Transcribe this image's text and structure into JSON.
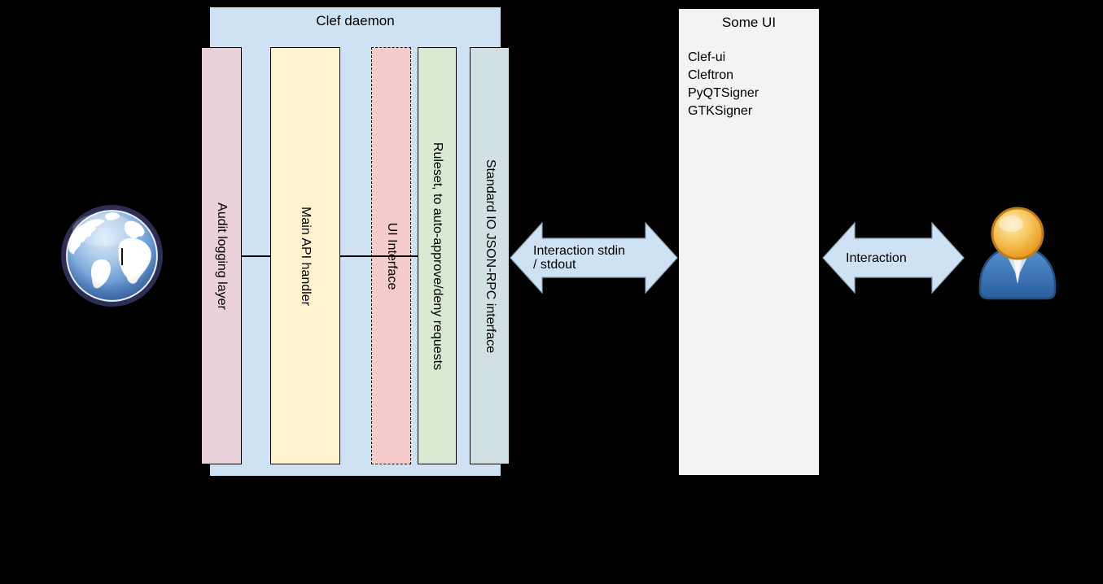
{
  "diagram": {
    "clef_daemon": {
      "title": "Clef daemon",
      "fill": "#cfe2f3",
      "layers": [
        {
          "label": "Audit logging layer",
          "fill": "#ead1dc",
          "border_style": "solid"
        },
        {
          "label": "Main API handler",
          "fill": "#fff2cc",
          "border_style": "solid"
        },
        {
          "label": "UI Interface",
          "fill": "#f4cccc",
          "border_style": "dashed"
        },
        {
          "label": "Ruleset, to auto-approve/deny requests",
          "fill": "#d9ead3",
          "border_style": "solid"
        },
        {
          "label": "Standard IO JSON-RPC interface",
          "fill": "#d0e0e3",
          "border_style": "solid"
        }
      ]
    },
    "some_ui": {
      "title": "Some UI",
      "fill": "#f3f3f3",
      "items": [
        "Clef-ui",
        "Cleftron",
        "PyQTSigner",
        "GTKSigner"
      ]
    },
    "left_arrow": {
      "fill": "#cfe2f3",
      "lines": [
        "Interaction stdin",
        "/ stdout"
      ]
    },
    "right_arrow": {
      "fill": "#cfe2f3",
      "label": "Interaction"
    },
    "icons": {
      "left": "globe-icon",
      "right": "user-icon"
    },
    "colors": {
      "background": "#000000",
      "border": "#000000",
      "text": "#000000"
    }
  }
}
